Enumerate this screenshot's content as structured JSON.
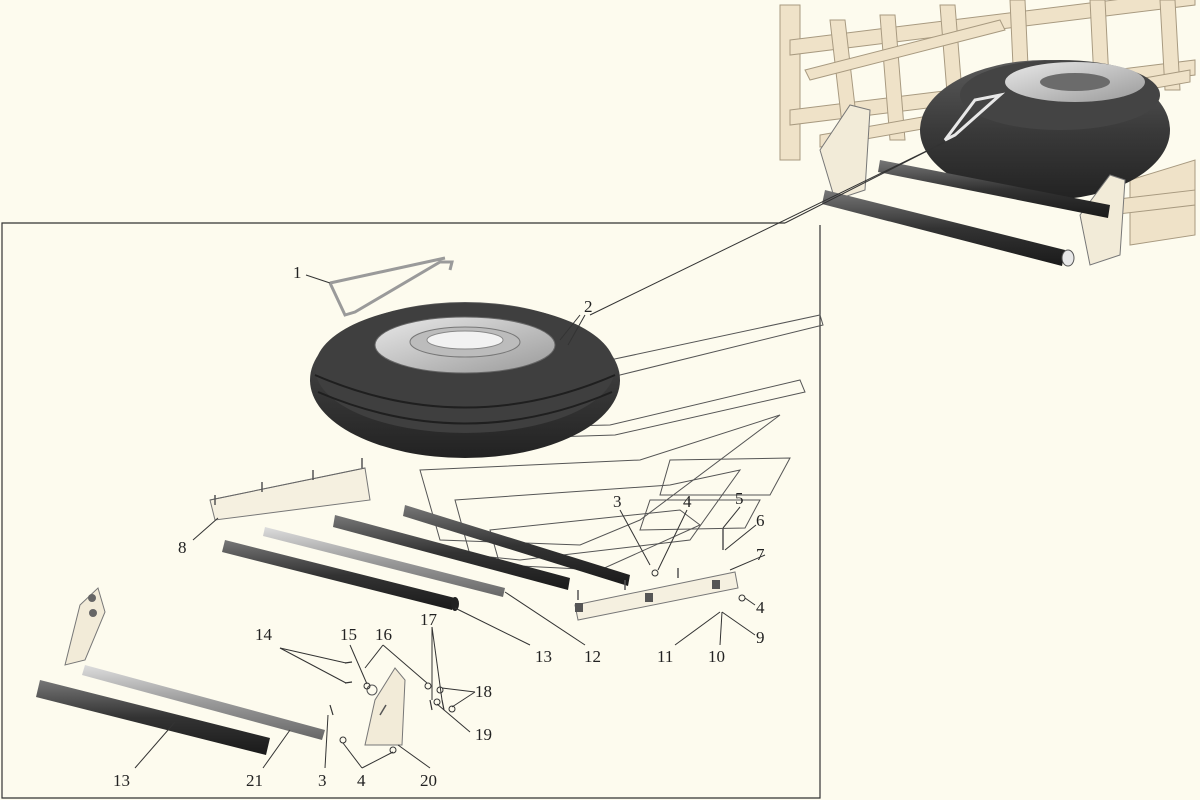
{
  "diagram": {
    "callouts": [
      {
        "id": "c1",
        "text": "1"
      },
      {
        "id": "c2",
        "text": "2"
      },
      {
        "id": "c3a",
        "text": "3"
      },
      {
        "id": "c4a",
        "text": "4"
      },
      {
        "id": "c5",
        "text": "5"
      },
      {
        "id": "c6",
        "text": "6"
      },
      {
        "id": "c7",
        "text": "7"
      },
      {
        "id": "c4b",
        "text": "4"
      },
      {
        "id": "c8",
        "text": "8"
      },
      {
        "id": "c9",
        "text": "9"
      },
      {
        "id": "c10",
        "text": "10"
      },
      {
        "id": "c11",
        "text": "11"
      },
      {
        "id": "c12",
        "text": "12"
      },
      {
        "id": "c13a",
        "text": "13"
      },
      {
        "id": "c14",
        "text": "14"
      },
      {
        "id": "c15",
        "text": "15"
      },
      {
        "id": "c16",
        "text": "16"
      },
      {
        "id": "c17",
        "text": "17"
      },
      {
        "id": "c18",
        "text": "18"
      },
      {
        "id": "c19",
        "text": "19"
      },
      {
        "id": "c13b",
        "text": "13"
      },
      {
        "id": "c21",
        "text": "21"
      },
      {
        "id": "c3b",
        "text": "3"
      },
      {
        "id": "c4c",
        "text": "4"
      },
      {
        "id": "c20",
        "text": "20"
      }
    ]
  }
}
